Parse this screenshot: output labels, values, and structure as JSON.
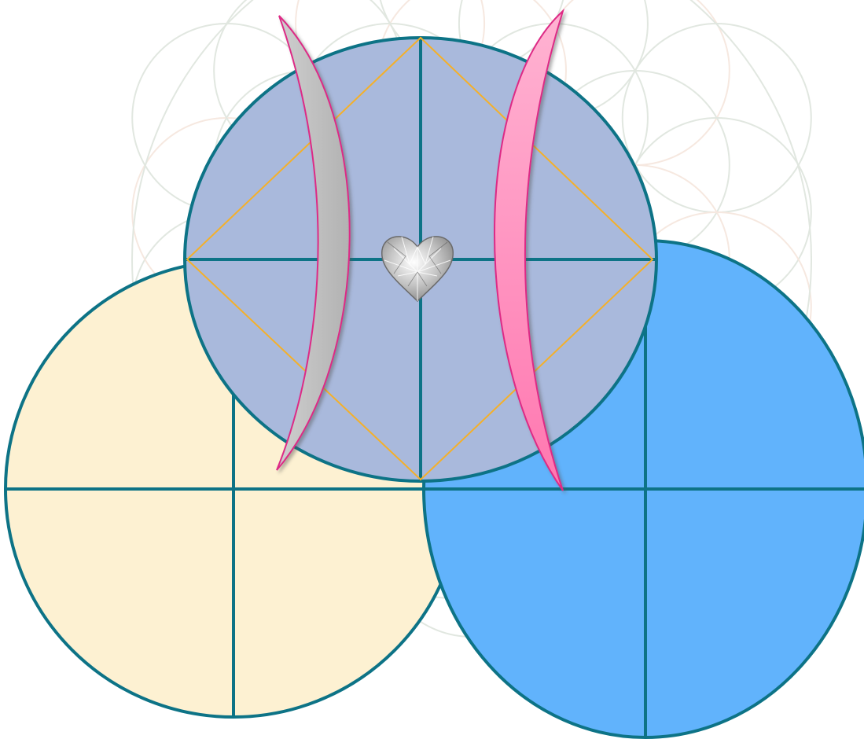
{
  "colors": {
    "background": "#ffffff",
    "pattern_stroke": "#c9d4c8",
    "pattern_warm": "#efd7c7",
    "circle_outline": "#0d7386",
    "left_circle_fill": "#fdf1d2",
    "right_circle_fill": "#61b3fc",
    "top_circle_fill": "#a9b9dc",
    "diamond_stroke": "#f4b02a",
    "grey_crescent_fill": "#bdbdbd",
    "pink_crescent_fill": "#ff8fbe",
    "crescent_edge": "#dd2b86",
    "heart_gem_base": "#b9b9b9"
  },
  "diagram": {
    "background_pattern": "flower-of-life",
    "shapes": [
      "left-cream-quartered-circle",
      "right-blue-quartered-circle",
      "top-lavender-quartered-circle",
      "inscribed-gold-diamond",
      "grey-crescent",
      "pink-crescent",
      "heart-gem"
    ]
  }
}
